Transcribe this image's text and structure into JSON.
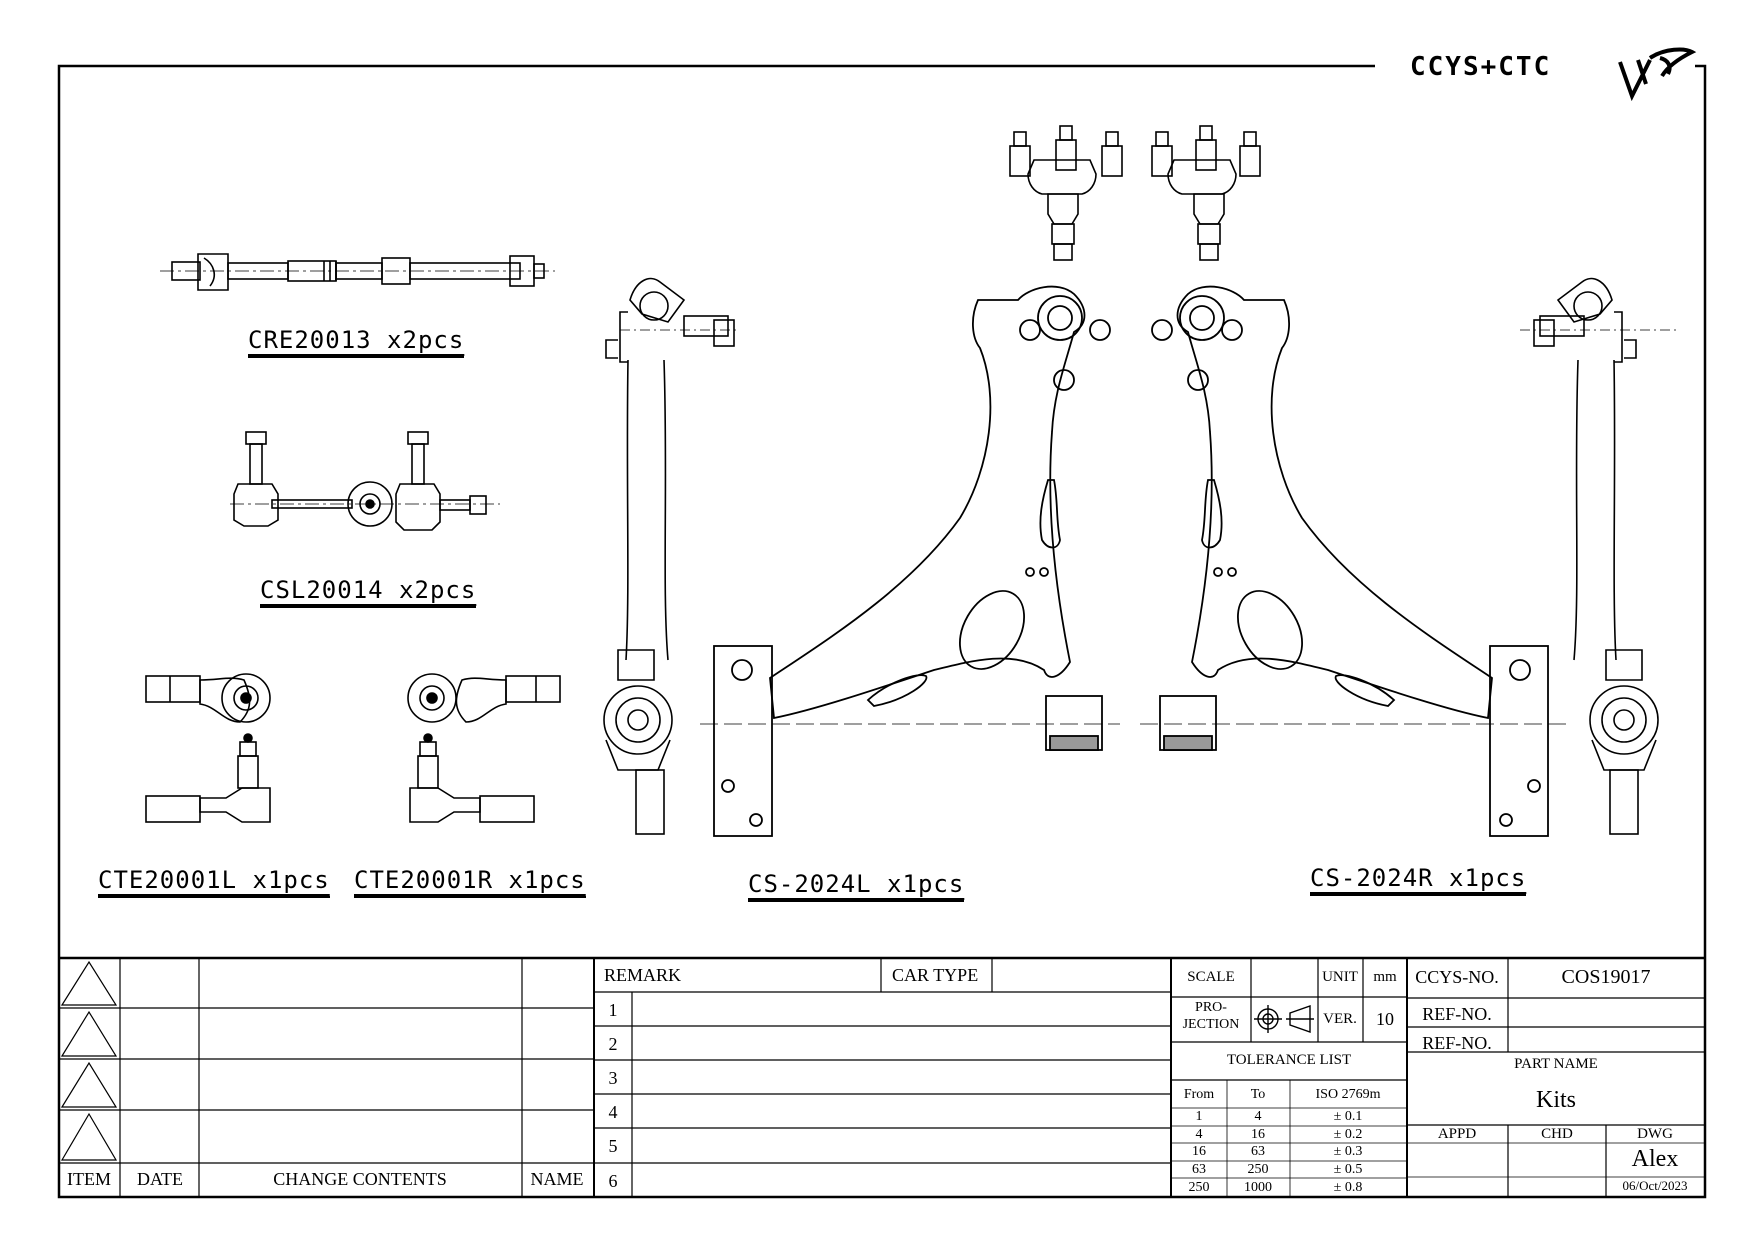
{
  "logo": {
    "text": "CCYS+CTC"
  },
  "parts": {
    "cre": "CRE20013  x2pcs",
    "csl": "CSL20014  x2pcs",
    "cte_l": "CTE20001L  x1pcs",
    "cte_r": "CTE20001R  x1pcs",
    "cs_l": "CS-2024L  x1pcs",
    "cs_r": "CS-2024R  x1pcs"
  },
  "revision_table": {
    "headers": {
      "item": "ITEM",
      "date": "DATE",
      "change_contents": "CHANGE CONTENTS",
      "name": "NAME"
    }
  },
  "remarks": {
    "remark_label": "REMARK",
    "car_type_label": "CAR TYPE",
    "rows": [
      "1",
      "2",
      "3",
      "4",
      "5",
      "6"
    ]
  },
  "info": {
    "scale_label": "SCALE",
    "unit_label": "UNIT",
    "unit_value": "mm",
    "projection_label_1": "PRO-",
    "projection_label_2": "JECTION",
    "ver_label": "VER.",
    "ver_value": "10",
    "tolerance_title": "TOLERANCE LIST",
    "tolerance_headers": {
      "from": "From",
      "to": "To",
      "iso": "ISO 2769m"
    },
    "tolerance_rows": [
      {
        "from": "1",
        "to": "4",
        "tol": "± 0.1"
      },
      {
        "from": "4",
        "to": "16",
        "tol": "± 0.2"
      },
      {
        "from": "16",
        "to": "63",
        "tol": "± 0.3"
      },
      {
        "from": "63",
        "to": "250",
        "tol": "± 0.5"
      },
      {
        "from": "250",
        "to": "1000",
        "tol": "± 0.8"
      }
    ]
  },
  "title_block": {
    "ccys_no_label": "CCYS-NO.",
    "ccys_no_value": "COS19017",
    "ref_no_label_1": "REF-NO.",
    "ref_no_label_2": "REF-NO.",
    "part_name_label": "PART NAME",
    "part_name_value": "Kits",
    "appd_label": "APPD",
    "chd_label": "CHD",
    "dwg_label": "DWG",
    "dwg_value": "Alex",
    "date_value": "06/Oct/2023"
  }
}
